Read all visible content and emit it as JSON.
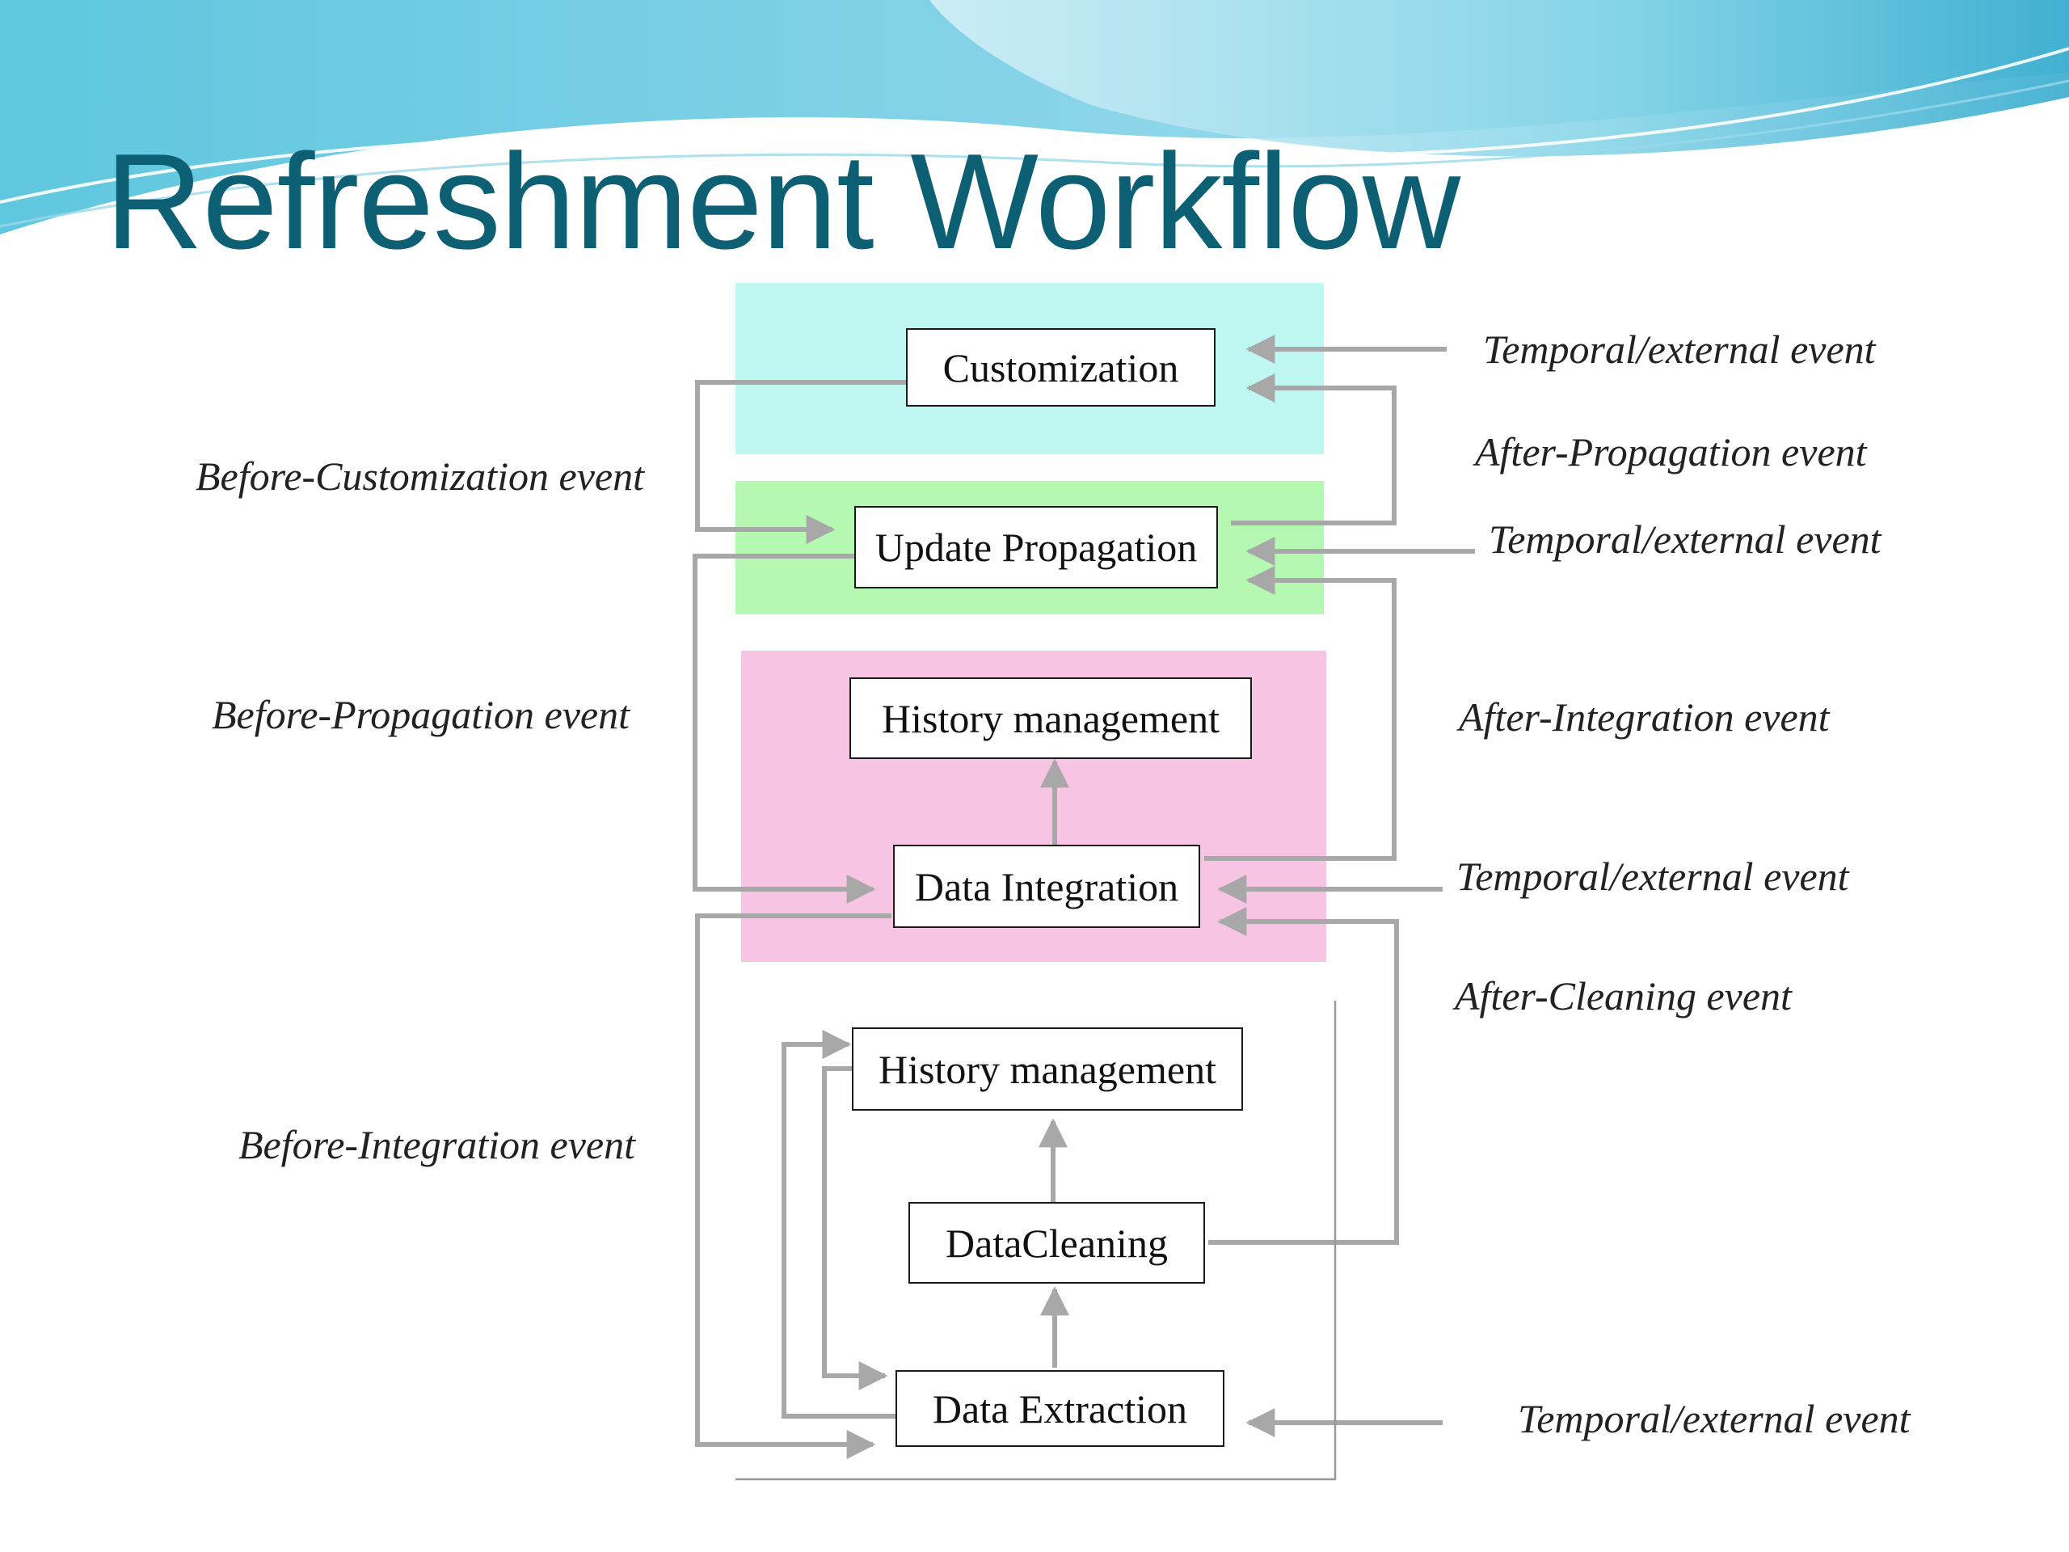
{
  "slide": {
    "title": "Refreshment Workflow",
    "colors": {
      "title": "#0d5f73",
      "customization_band": "#bff8f3",
      "propagation_band": "#b5f8b2",
      "integration_band": "#f8c4e4",
      "wave_light": "#a8e4f2",
      "wave_dark": "#2ba6cc"
    }
  },
  "boxes": {
    "customization": "Customization",
    "update_propagation": "Update Propagation",
    "history_management_upper": "History management",
    "data_integration": "Data Integration",
    "history_management_lower": "History management",
    "data_cleaning": "DataCleaning",
    "data_extraction": "Data Extraction"
  },
  "events": {
    "temporal_1": "Temporal/external  event",
    "after_propagation": "After-Propagation  event",
    "temporal_2": "Temporal/external event",
    "after_integration": "After-Integration  event",
    "temporal_3": "Temporal/external event",
    "after_cleaning": "After-Cleaning event",
    "temporal_4": "Temporal/external event",
    "before_customization": "Before-Customization event",
    "before_propagation": "Before-Propagation event",
    "before_integration": "Before-Integration event"
  }
}
